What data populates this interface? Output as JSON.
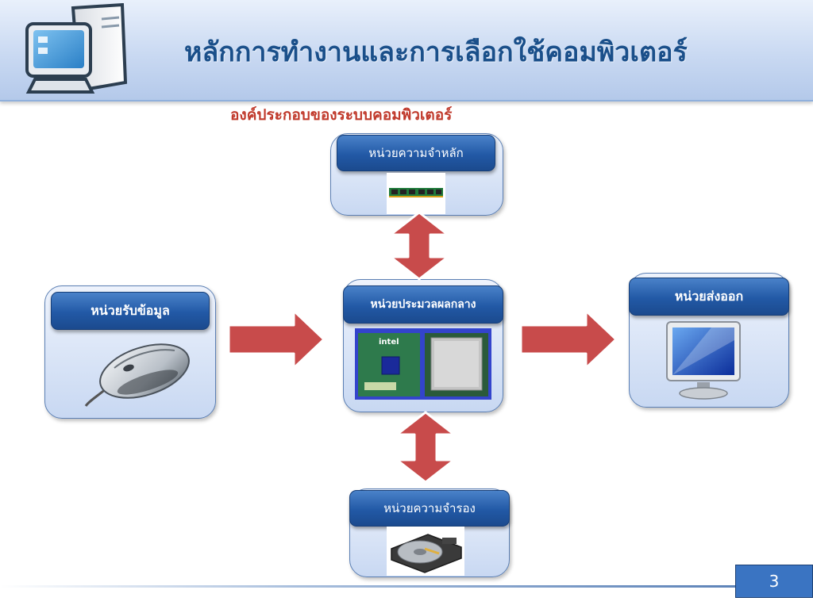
{
  "header": {
    "title": "หลักการทำงานและการเลือกใช้คอมพิวเตอร์",
    "logo_icon": "desktop-computer-icon"
  },
  "diagram": {
    "subtitle": "องค์ประกอบของระบบคอมพิวเตอร์",
    "units": {
      "main_memory": {
        "label": "หน่วยความจำหลัก",
        "icon": "ram-module-icon"
      },
      "input": {
        "label": "หน่วยรับข้อมูล",
        "icon": "mouse-icon"
      },
      "cpu": {
        "label": "หน่วยประมวลผลกลาง",
        "icon": "cpu-chip-icon"
      },
      "output": {
        "label": "หน่วยส่งออก",
        "icon": "monitor-icon"
      },
      "secondary_storage": {
        "label": "หน่วยความจำรอง",
        "icon": "hard-disk-icon"
      }
    },
    "colors": {
      "arrow_fill": "#c84b4b",
      "label_fill": "#2259a6",
      "subtitle": "#c0392b",
      "title": "#1a4f8a"
    }
  },
  "footer": {
    "page_number": "3"
  }
}
